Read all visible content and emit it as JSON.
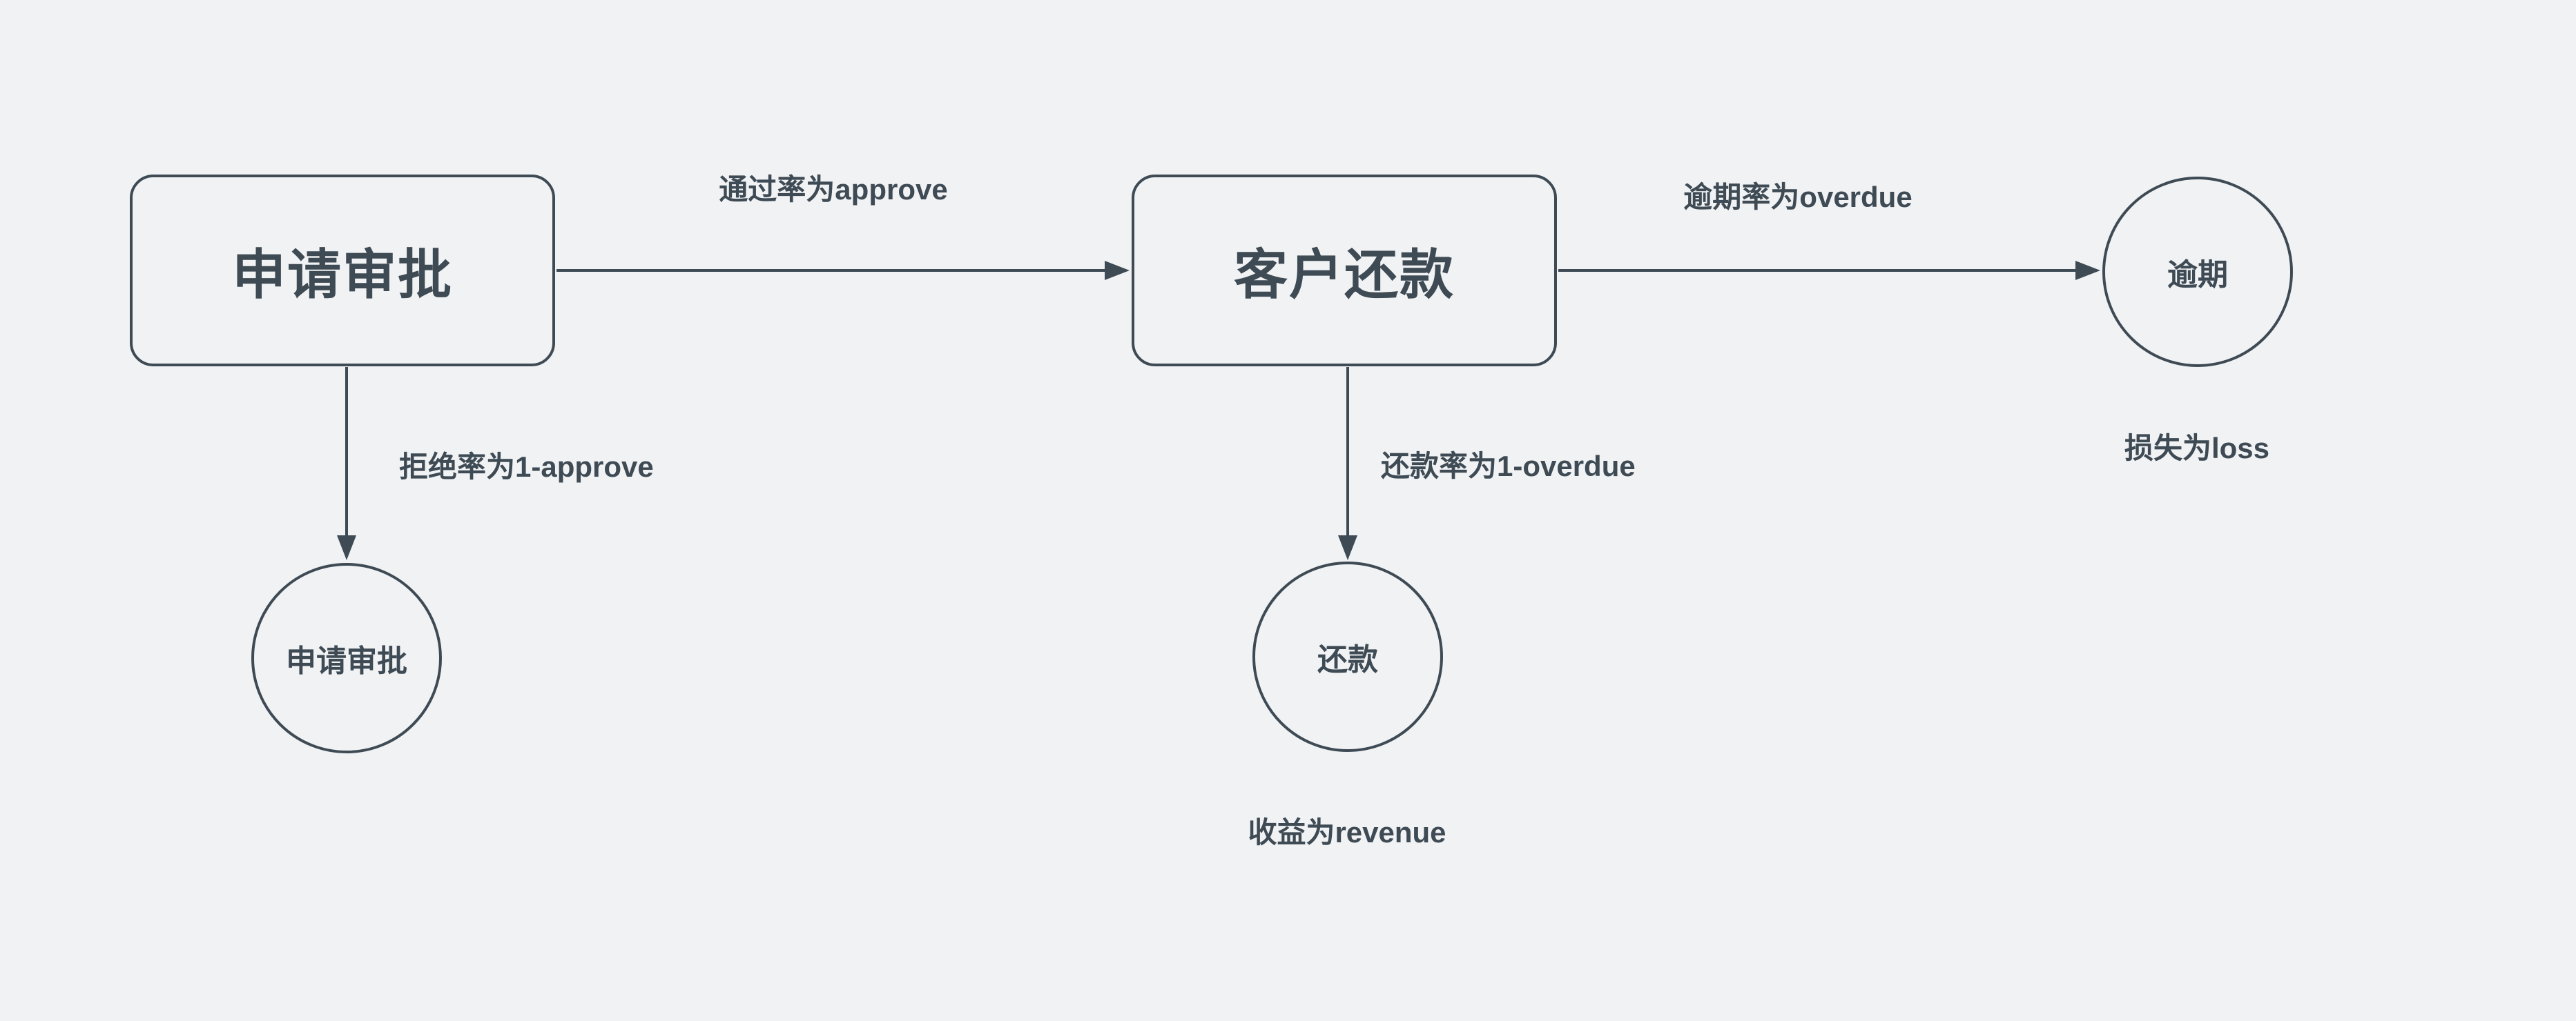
{
  "canvas": {
    "background": "#f1f2f4",
    "stroke_color": "#3e4a54"
  },
  "nodes": {
    "apply_box": {
      "shape": "rounded-rect",
      "label": "申请审批"
    },
    "repay_box": {
      "shape": "rounded-rect",
      "label": "客户还款"
    },
    "reject_circle": {
      "shape": "circle",
      "label": "申请审批"
    },
    "repay_circle": {
      "shape": "circle",
      "label": "还款"
    },
    "overdue_circle": {
      "shape": "circle",
      "label": "逾期"
    }
  },
  "edges": {
    "approve": {
      "from": "apply_box",
      "to": "repay_box",
      "label": "通过率为approve"
    },
    "overdue": {
      "from": "repay_box",
      "to": "overdue_circle",
      "label": "逾期率为overdue"
    },
    "reject": {
      "from": "apply_box",
      "to": "reject_circle",
      "label": "拒绝率为1-approve"
    },
    "repay": {
      "from": "repay_box",
      "to": "repay_circle",
      "label": "还款率为1-overdue"
    }
  },
  "annotations": {
    "loss": {
      "text": "损失为loss"
    },
    "revenue": {
      "text": "收益为revenue"
    }
  }
}
